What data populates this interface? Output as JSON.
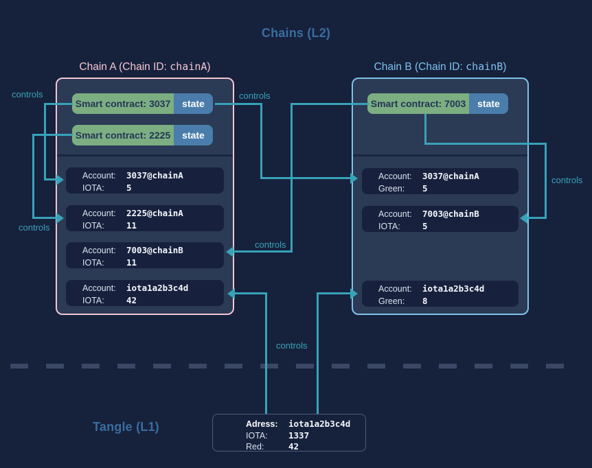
{
  "headings": {
    "l2": "Chains (L2)",
    "l1": "Tangle (L1)"
  },
  "labels": {
    "controls": "controls"
  },
  "chain_a": {
    "title_pre": "Chain A (Chain ID: ",
    "title_id": "chainA",
    "title_post": ")",
    "contracts": [
      {
        "label": "Smart contract: 3037",
        "state": "state"
      },
      {
        "label": "Smart contract: 2225",
        "state": "state"
      }
    ],
    "accounts": [
      {
        "k1": "Account:",
        "v1": "3037@chainA",
        "k2": "IOTA:",
        "v2": "5"
      },
      {
        "k1": "Account:",
        "v1": "2225@chainA",
        "k2": "IOTA:",
        "v2": "11"
      },
      {
        "k1": "Account:",
        "v1": "7003@chainB",
        "k2": "IOTA:",
        "v2": "11"
      },
      {
        "k1": "Account:",
        "v1": "iota1a2b3c4d",
        "k2": "IOTA:",
        "v2": "42"
      }
    ]
  },
  "chain_b": {
    "title_pre": "Chain B (Chain ID: ",
    "title_id": "chainB",
    "title_post": ")",
    "contracts": [
      {
        "label": "Smart contract: 7003",
        "state": "state"
      }
    ],
    "accounts": [
      {
        "k1": "Account:",
        "v1": "3037@chainA",
        "k2": "Green:",
        "v2": "5"
      },
      {
        "k1": "Account:",
        "v1": "7003@chainB",
        "k2": "IOTA:",
        "v2": "5"
      },
      {
        "k1": "Account:",
        "v1": "iota1a2b3c4d",
        "k2": "Green:",
        "v2": "8"
      }
    ]
  },
  "l1_box": {
    "rows": [
      {
        "key": "Adress:",
        "value": "iota1a2b3c4d"
      },
      {
        "key": "IOTA:",
        "value": "1337"
      },
      {
        "key": "Red:",
        "value": "42"
      }
    ]
  },
  "colors": {
    "background": "#16213c",
    "panel": "#2b3a55",
    "account_bg": "#17213d",
    "contract_green": "#7cae81",
    "state_blue": "#4a7dab",
    "chain_a_border": "#f5c6d2",
    "chain_b_border": "#7fc3ec",
    "heading_blue": "#3a6da0",
    "arrow_teal": "#38a3b8",
    "dash": "#3a4765"
  }
}
